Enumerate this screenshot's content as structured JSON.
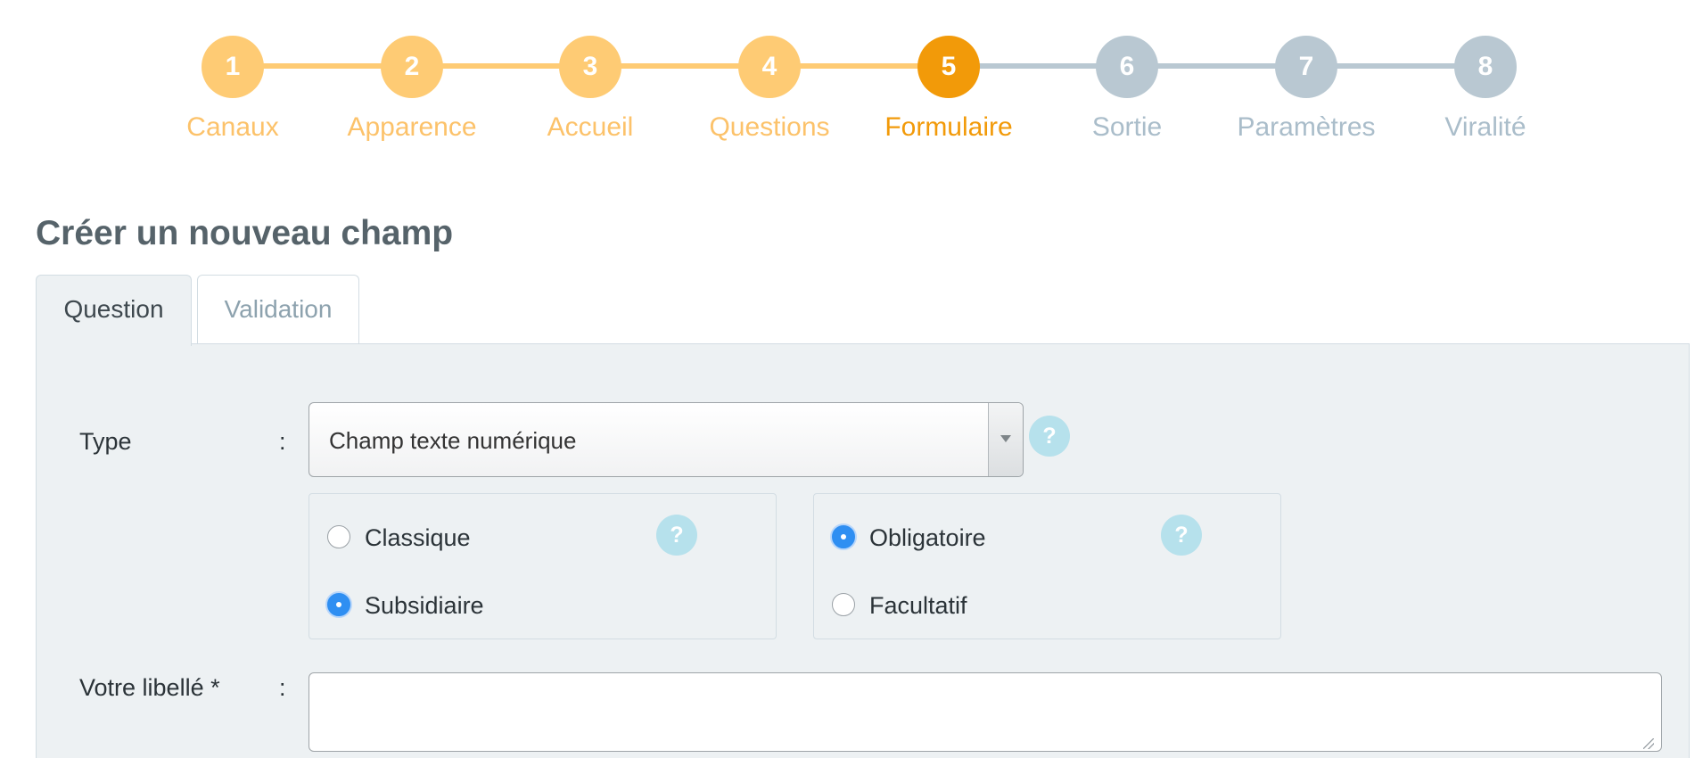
{
  "stepper": {
    "steps": [
      {
        "number": "1",
        "label": "Canaux",
        "state": "done"
      },
      {
        "number": "2",
        "label": "Apparence",
        "state": "done"
      },
      {
        "number": "3",
        "label": "Accueil",
        "state": "done"
      },
      {
        "number": "4",
        "label": "Questions",
        "state": "done"
      },
      {
        "number": "5",
        "label": "Formulaire",
        "state": "active"
      },
      {
        "number": "6",
        "label": "Sortie",
        "state": "todo"
      },
      {
        "number": "7",
        "label": "Paramètres",
        "state": "todo"
      },
      {
        "number": "8",
        "label": "Viralité",
        "state": "todo"
      }
    ]
  },
  "section": {
    "title": "Créer un nouveau champ"
  },
  "tabs": [
    {
      "label": "Question",
      "active": true
    },
    {
      "label": "Validation",
      "active": false
    }
  ],
  "form": {
    "type": {
      "label": "Type",
      "colon": ":",
      "selected": "Champ texte numérique",
      "help": "?"
    },
    "mode_group": {
      "help": "?",
      "options": [
        {
          "label": "Classique",
          "checked": false
        },
        {
          "label": "Subsidiaire",
          "checked": true
        }
      ]
    },
    "required_group": {
      "help": "?",
      "options": [
        {
          "label": "Obligatoire",
          "checked": true
        },
        {
          "label": "Facultatif",
          "checked": false
        }
      ]
    },
    "libelle": {
      "label": "Votre libellé *",
      "colon": ":",
      "value": ""
    }
  },
  "colors": {
    "step_done": "#fecb74",
    "step_active": "#f29a09",
    "step_todo": "#b9c8d2",
    "radio_checked": "#2f8ff2",
    "help_badge": "#b6e1ec"
  }
}
